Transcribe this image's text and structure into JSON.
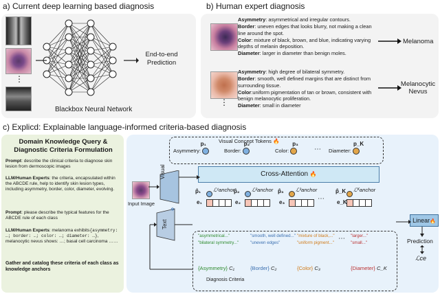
{
  "panel_a": {
    "title": "a) Current deep learning based diagnosis",
    "network_label": "Blackbox Neural Network",
    "output_label_line1": "End-to-end",
    "output_label_line2": "Prediction",
    "ellipsis": "⋮"
  },
  "panel_b": {
    "title": "b) Human expert diagnosis",
    "case1": [
      {
        "key": "Asymmetry",
        "text": ": asymmetrical and irregular contours."
      },
      {
        "key": "Border",
        "text": ": uneven edges that looks blurry, not making a clean line around the spot."
      },
      {
        "key": "Color",
        "text": ": mixture of black, brown, and blue, indicating varying depths of melanin deposition."
      },
      {
        "key": "Diameter",
        "text": ": larger in diameter than benign moles."
      }
    ],
    "case1_result": "Melanoma",
    "case2": [
      {
        "key": "Asymmetry",
        "text": ": high degree of bilateral symmetry."
      },
      {
        "key": "Border",
        "text": ": smooth, well defined margins that are distinct from surrounding tissue."
      },
      {
        "key": "Color",
        "text": ":uniform pigmentation of tan or brown, consistent with benign melanocytic proliferation."
      },
      {
        "key": "Diameter",
        "text": ": small in diameter"
      }
    ],
    "case2_result_line1": "Melanocytic",
    "case2_result_line2": "Nevus",
    "ellipsis": "⋮"
  },
  "panel_c": {
    "title": "c) Explicd: Explainable language-informed criteria-based diagnosis",
    "left": {
      "heading_line1": "Domain Knowledge Query &",
      "heading_line2": "Diagnostic Criteria Formulation",
      "prompt1_key": "Prompt",
      "prompt1_text": ": describe the clinical criteria to diagnose skin lesion from dermoscopic images",
      "answer1_key": "LLM/Human Experts",
      "answer1_text": ": the criteria, encapsulated within the ABCDE rule, help to identify skin lesion types, including asymmetry, border, color, diameter, evolving.",
      "prompt2_key": "Prompt",
      "prompt2_text": ": please describe the typical features for the ABCDE rule of each class",
      "answer2_key": "LLM/Human Experts",
      "answer2_text_1": ": melanoma exhibits",
      "answer2_code_1": "{asymmetry: …; border: …; color: …; diameter: …}",
      "answer2_text_2": ", melanocytic nevus shows: …; basal cell carcinoma ……",
      "footer": "Gather and catalog these criteria of each class as knowledge anchors"
    },
    "right": {
      "tokens_title": "Visual Concept Tokens",
      "token_labels": [
        "Asymmetry:",
        "Border:",
        "Color:",
        "Diameter:"
      ],
      "token_symbols": [
        "p₁",
        "p₂",
        "p₃",
        "p_K"
      ],
      "cross_attention": "Cross-Attention",
      "input_image": "Input Image",
      "visual_encoder": "Visual",
      "text_encoder": "Text",
      "anchor_losses": [
        "ℒ¹anchor",
        "ℒ²anchor",
        "ℒ³anchor",
        "ℒᴷanchor"
      ],
      "phat": [
        "p̂₁",
        "p̂₂",
        "p̂₃",
        "p̂_K"
      ],
      "evecs": [
        "e₁",
        "e₂",
        "e₃",
        "e_K"
      ],
      "linear": "Linear",
      "prediction": "Prediction",
      "ce_loss": "ℒce",
      "criteria_title": "Diagnosis Criteria",
      "criteria_quotes": [
        "\"bilateral symmetry...\"",
        "\"uneven edges\"",
        "\"uniform pigment...\"",
        "\"small...\""
      ],
      "criteria_quotes_top": [
        "\"asymmetrical...\"",
        "\"smooth, well defined...\"",
        "\"mixture of black,...\"",
        "\"larger...\""
      ],
      "criteria_names": [
        "{Asymmetry}",
        "{Border}",
        "{Color}",
        "{Diameter}"
      ],
      "criteria_symbols": [
        "C₁",
        "C₂",
        "C₃",
        "C_K"
      ],
      "dots": "⋯"
    }
  },
  "colors": {
    "green_panel": "#ebf2df",
    "blue_panel": "#e8f2fb",
    "cross_attention": "#cfe8f5",
    "linear": "#9fc7e6",
    "visual_encoder": "#a7c4e0",
    "text_encoder": "#b8cde3",
    "criteria_green": "#2e8b2e",
    "criteria_blue": "#3a6fb0",
    "criteria_orange": "#d07a17",
    "criteria_red": "#b33"
  }
}
